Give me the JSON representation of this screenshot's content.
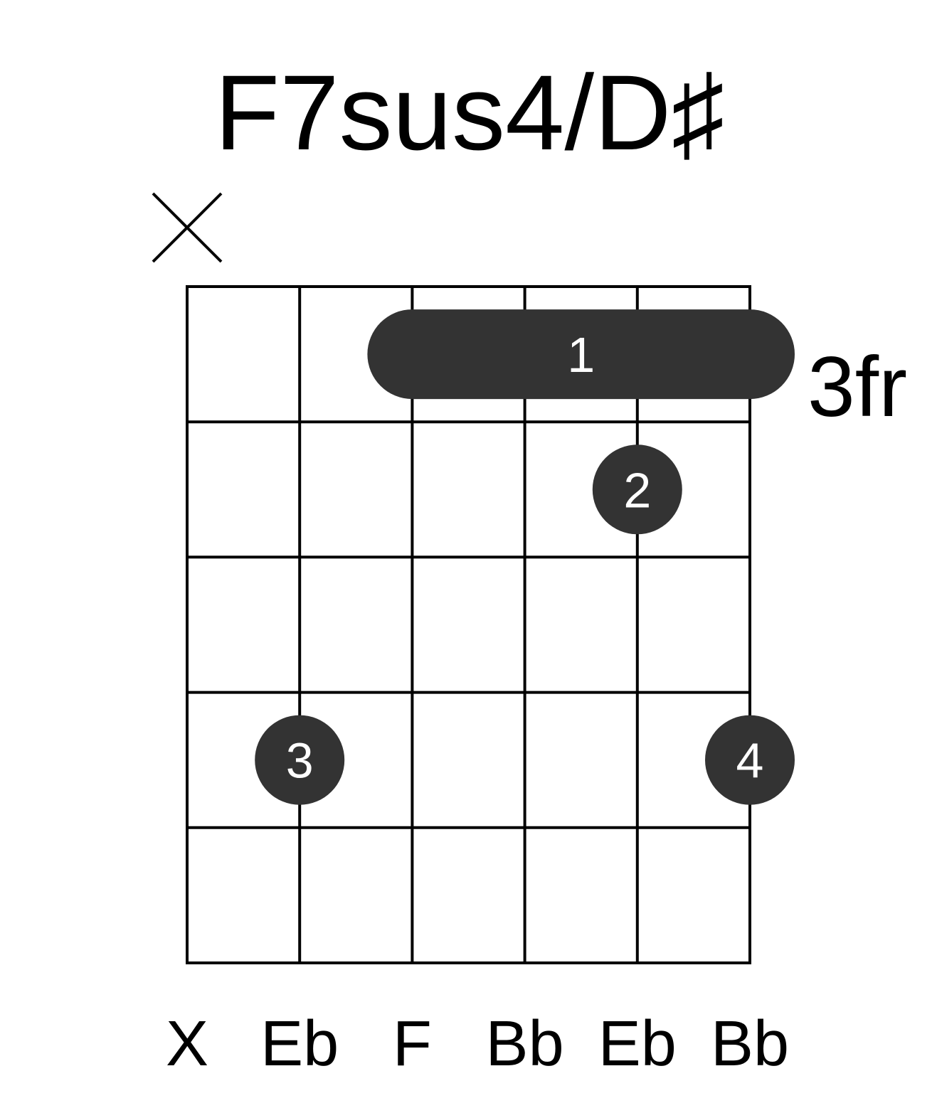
{
  "chord": {
    "name": "F7sus4/D♯",
    "start_fret_label": "3fr"
  },
  "colors": {
    "grid": "#000000",
    "dot": "#333333",
    "finger_text": "#ffffff",
    "background": "#ffffff"
  },
  "diagram": {
    "strings": 6,
    "frets_shown": 5,
    "muted_strings": [
      1
    ],
    "mute_symbol": "x-mark-icon",
    "barre": {
      "fret": 1,
      "from_string": 3,
      "to_string": 6,
      "finger": "1"
    },
    "dots": [
      {
        "string": 5,
        "fret": 2,
        "finger": "2"
      },
      {
        "string": 2,
        "fret": 4,
        "finger": "3"
      },
      {
        "string": 6,
        "fret": 4,
        "finger": "4"
      }
    ],
    "notes": [
      "X",
      "Eb",
      "F",
      "Bb",
      "Eb",
      "Bb"
    ]
  }
}
